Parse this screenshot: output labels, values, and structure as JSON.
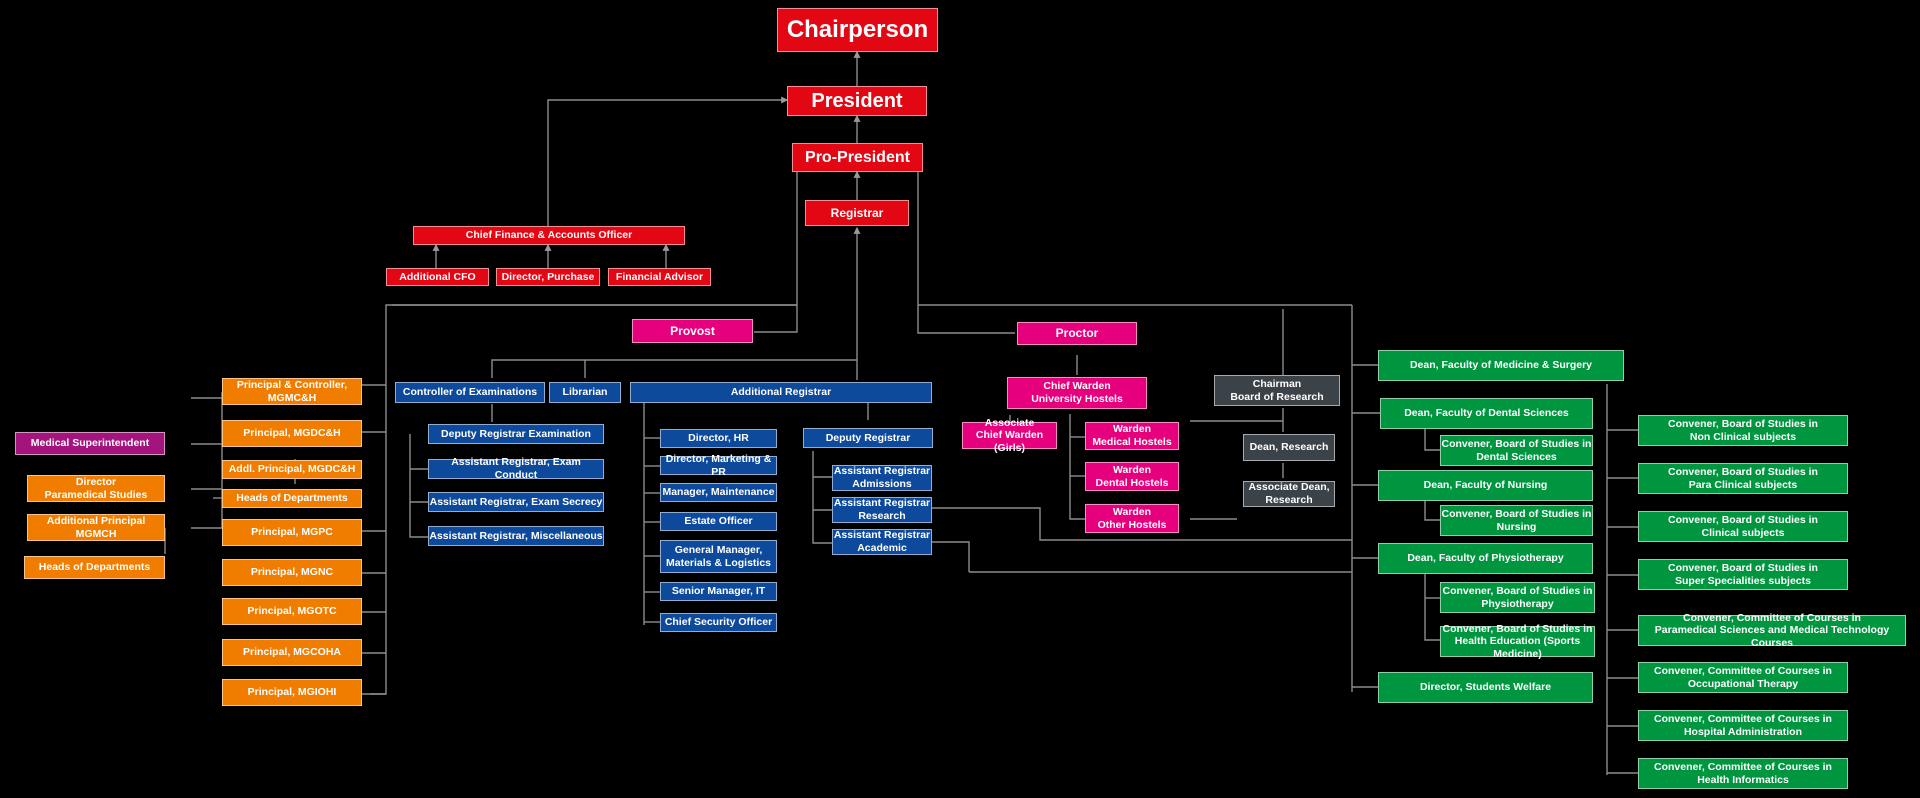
{
  "colors": {
    "background": "#000000",
    "leadership_red": "#e30613",
    "principal_orange": "#f07d00",
    "registrar_blue": "#0d4a9c",
    "warden_pink": "#e6007e",
    "dean_green": "#00963f",
    "research_gray": "#3c4348",
    "superintendent_purple": "#a3157d",
    "connector_line": "#8c8c8c"
  },
  "top": {
    "chairperson": "Chairperson",
    "president": "President",
    "pro_president": "Pro-President",
    "registrar": "Registrar"
  },
  "finance": {
    "cfo": "Chief Finance & Accounts Officer",
    "additional_cfo": "Additional CFO",
    "director_purchase": "Director, Purchase",
    "financial_advisor": "Financial Advisor"
  },
  "provost": "Provost",
  "proctor": "Proctor",
  "principals": {
    "controller_mgmch": "Principal & Controller,\nMGMC&H",
    "mgdch": "Principal, MGDC&H",
    "addl_mgdch": "Addl. Principal, MGDC&H",
    "hods": "Heads of Departments",
    "mgpc": "Principal, MGPC",
    "mgnc": "Principal, MGNC",
    "mgotc": "Principal, MGOTC",
    "mgcoha": "Principal, MGCOHA",
    "mgiohi": "Principal, MGIOHI"
  },
  "left": {
    "medical_superintendent": "Medical Superintendent",
    "director_paramedical": "Director\nParamedical Studies",
    "additional_principal_mgmch": "Additional Principal\nMGMCH",
    "hods": "Heads of Departments"
  },
  "exams": {
    "controller": "Controller of Examinations",
    "librarian": "Librarian",
    "deputy_registrar_exam": "Deputy Registrar Examination",
    "ar_conduct": "Assistant Registrar, Exam Conduct",
    "ar_secrecy": "Assistant Registrar, Exam Secrecy",
    "ar_misc": "Assistant Registrar, Miscellaneous"
  },
  "addl_registrar": {
    "title": "Additional Registrar",
    "director_hr": "Director, HR",
    "director_marketing": "Director, Marketing & PR",
    "manager_maintenance": "Manager, Maintenance",
    "estate_officer": "Estate Officer",
    "gm_materials": "General Manager,\nMaterials & Logistics",
    "senior_manager_it": "Senior Manager, IT",
    "chief_security": "Chief Security Officer",
    "deputy_registrar": "Deputy Registrar",
    "ar_admissions": "Assistant Registrar\nAdmissions",
    "ar_research": "Assistant Registrar\nResearch",
    "ar_academic": "Assistant Registrar\nAcademic"
  },
  "hostels": {
    "chief_warden": "Chief Warden\nUniversity Hostels",
    "assoc_chief_warden": "Associate\nChief Warden (Girls)",
    "warden_medical": "Warden\nMedical Hostels",
    "warden_dental": "Warden\nDental Hostels",
    "warden_other": "Warden\nOther Hostels"
  },
  "research": {
    "chairman": "Chairman\nBoard of Research",
    "dean": "Dean, Research",
    "assoc_dean": "Associate Dean,\nResearch"
  },
  "deans": {
    "medicine": "Dean, Faculty of Medicine & Surgery",
    "dental": "Dean, Faculty of Dental Sciences",
    "bos_dental": "Convener, Board of Studies in\nDental Sciences",
    "nursing": "Dean, Faculty of Nursing",
    "bos_nursing": "Convener, Board of Studies in\nNursing",
    "physio": "Dean, Faculty of Physiotherapy",
    "bos_physio": "Convener, Board of Studies in\nPhysiotherapy",
    "bos_sports": "Convener, Board of Studies in\nHealth Education (Sports Medicine)",
    "students_welfare": "Director, Students Welfare"
  },
  "conveners": {
    "non_clinical": "Convener, Board of Studies in\nNon Clinical subjects",
    "para_clinical": "Convener, Board of Studies in\nPara Clinical subjects",
    "clinical": "Convener, Board of Studies in\nClinical subjects",
    "super_spec": "Convener, Board of Studies in\nSuper Specialities subjects",
    "paramedical": "Convener, Committee of Courses in\nParamedical Sciences and Medical Technology Courses",
    "occupational": "Convener, Committee of Courses in\nOccupational Therapy",
    "hospital_admin": "Convener, Committee of Courses in\nHospital Administration",
    "health_informatics": "Convener, Committee of Courses in\nHealth Informatics"
  }
}
